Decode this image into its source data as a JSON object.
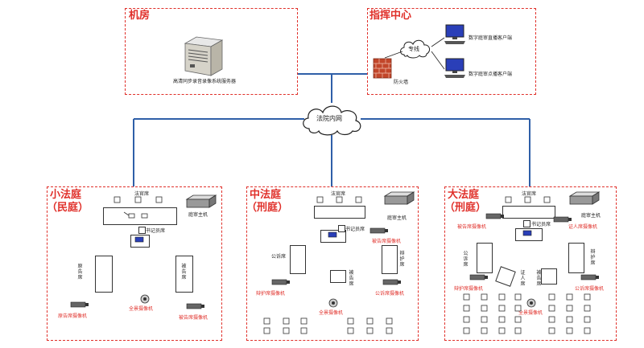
{
  "rooms": {
    "machine_room": {
      "title": "机房",
      "server_label": "高清同步录音录像系统服务器"
    },
    "command_center": {
      "title": "指挥中心",
      "private_line": "专线",
      "firewall": "防火墙",
      "client_live": "数字庭审直播客户端",
      "client_vod": "数字庭审点播客户端"
    }
  },
  "network": {
    "label": "法院内网"
  },
  "courts": [
    {
      "title_line1": "小法庭",
      "title_line2": "（民庭）",
      "judge_bench": "法官席",
      "host": "庭审主机",
      "clerk": "书记员席",
      "plaintiff": "原告席",
      "defendant": "被告席",
      "cam_plaintiff": "原告席摄像机",
      "cam_panorama": "全景摄像机",
      "cam_defendant": "被告席摄像机"
    },
    {
      "title_line1": "中法庭",
      "title_line2": "（刑庭）",
      "judge_bench": "法官席",
      "host": "庭审主机",
      "clerk": "书记员席",
      "prosecution": "公诉席",
      "defense": "辩护席",
      "defendant": "被告席",
      "cam_defendant": "被告席摄像机",
      "cam_defense": "辩护席摄像机",
      "cam_prosecution": "公诉席摄像机",
      "cam_panorama": "全景摄像机"
    },
    {
      "title_line1": "大法庭",
      "title_line2": "（刑庭）",
      "judge_bench": "法官席",
      "host": "庭审主机",
      "clerk": "书记员席",
      "prosecution": "公诉席",
      "defense": "辩护席",
      "witness": "证人席",
      "defendant": "被告席",
      "cam_defendant": "被告席摄像机",
      "cam_witness": "证人席摄像机",
      "cam_defense": "辩护席摄像机",
      "cam_prosecution": "公诉席摄像机",
      "cam_panorama": "全景摄像机"
    }
  ],
  "colors": {
    "accent": "#e0302a",
    "network_line": "#2f5fa8"
  }
}
